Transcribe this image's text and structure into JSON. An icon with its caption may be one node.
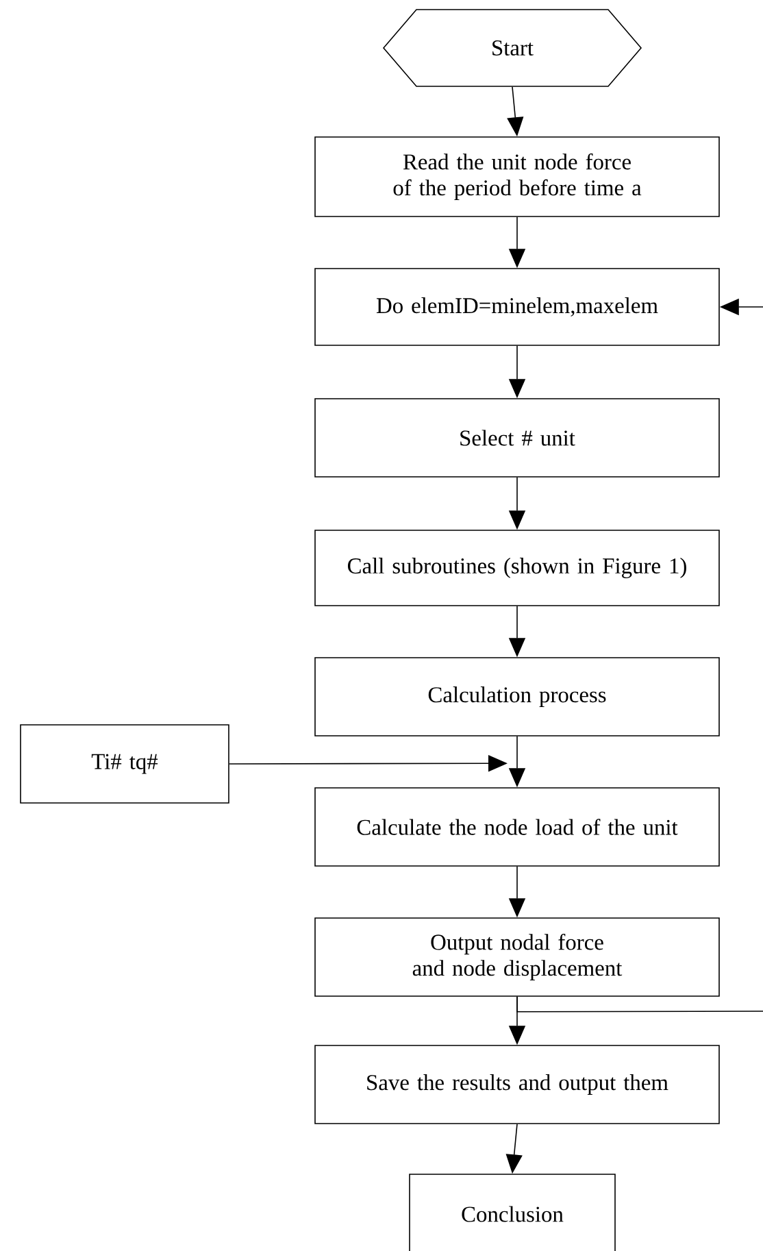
{
  "diagram": {
    "nodes": [
      {
        "text": [
          "Start"
        ]
      },
      {
        "text": [
          "Read the unit node force of the period before time a"
        ]
      },
      {
        "text": [
          "Do elemID=minelem,maxelem"
        ]
      },
      {
        "text": [
          "Select # unit"
        ]
      },
      {
        "text": [
          "Call subroutines (shown in Figure 1)"
        ]
      },
      {
        "text": [
          "Calculation process"
        ]
      },
      {
        "text": [
          "Ti# tq#"
        ]
      },
      {
        "text": [
          "Calculate the node load of the unit"
        ]
      },
      {
        "text": [
          "Output nodal force and node displacement"
        ]
      },
      {
        "text": [
          "Save the results and output them"
        ]
      },
      {
        "text": [
          "Conclusion"
        ]
      }
    ],
    "edges": [
      {
        "from": 0,
        "to": 1,
        "arrow": "to"
      },
      {
        "from": 1,
        "to": 2,
        "arrow": "to"
      },
      {
        "from": 2,
        "to": 3,
        "arrow": "to"
      },
      {
        "from": 3,
        "to": 4,
        "arrow": "to"
      },
      {
        "from": 4,
        "to": 5,
        "arrow": "to"
      },
      {
        "from": 5,
        "to": 7,
        "arrow": "to"
      },
      {
        "from": 6,
        "to": 7,
        "arrow": "to"
      },
      {
        "from": 7,
        "to": 8,
        "arrow": "to"
      },
      {
        "from": 8,
        "to": 9,
        "arrow": "to"
      },
      {
        "from": 8,
        "to": 2,
        "arrow": "to"
      },
      {
        "from": 9,
        "to": 10,
        "arrow": "to"
      }
    ]
  }
}
